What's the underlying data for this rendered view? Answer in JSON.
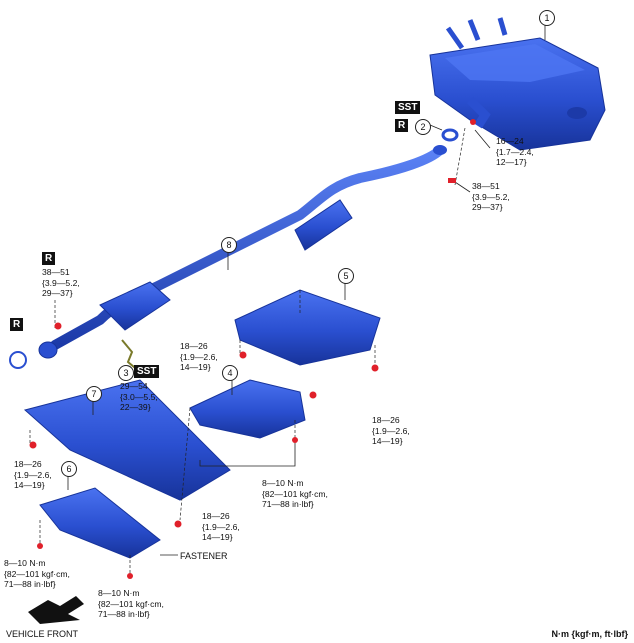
{
  "diagram": {
    "callouts": {
      "muffler": "1",
      "gasket_mid": "2",
      "gasket_front": "3",
      "cover_4": "4",
      "cover_5": "5",
      "cover_6": "6",
      "cover_7": "7",
      "pipe": "8"
    },
    "badges": {
      "sst_top": "SST",
      "r_top": "R",
      "r_left_upper": "R",
      "r_left_lower": "R",
      "sst_mid": "SST"
    },
    "torques": {
      "muffler_joint": "16—24\n{1.7—2.4,\n12—17}",
      "mid_joint": "38—51\n{3.9—5.2,\n29—37}",
      "front_joint": "38—51\n{3.9—5.2,\n29—37}",
      "sensor_3": "29—54\n{3.0—5.5,\n22—39}",
      "cover5_left": "18—26\n{1.9—2.6,\n14—19}",
      "cover5_right": "18—26\n{1.9—2.6,\n14—19}",
      "cover7_left": "18—26\n{1.9—2.6,\n14—19}",
      "cover4_bottom": "8—10 N·m\n{82—101 kgf·cm,\n71—88 in·lbf}",
      "cover7_bottom": "18—26\n{1.9—2.6,\n14—19}",
      "cover6_left": "8—10 N·m\n{82—101 kgf·cm,\n71—88 in·lbf}",
      "cover6_bottom": "8—10 N·m\n{82—101 kgf·cm,\n71—88 in·lbf}"
    },
    "fastener": "FASTENER",
    "vehicle_front": "VEHICLE FRONT",
    "units": "N·m {kgf·m, ft·lbf}",
    "colors": {
      "part_blue": "#2a4fd0",
      "part_dark": "#17339a",
      "bolt_red": "#e0202a",
      "line": "#222222"
    }
  }
}
